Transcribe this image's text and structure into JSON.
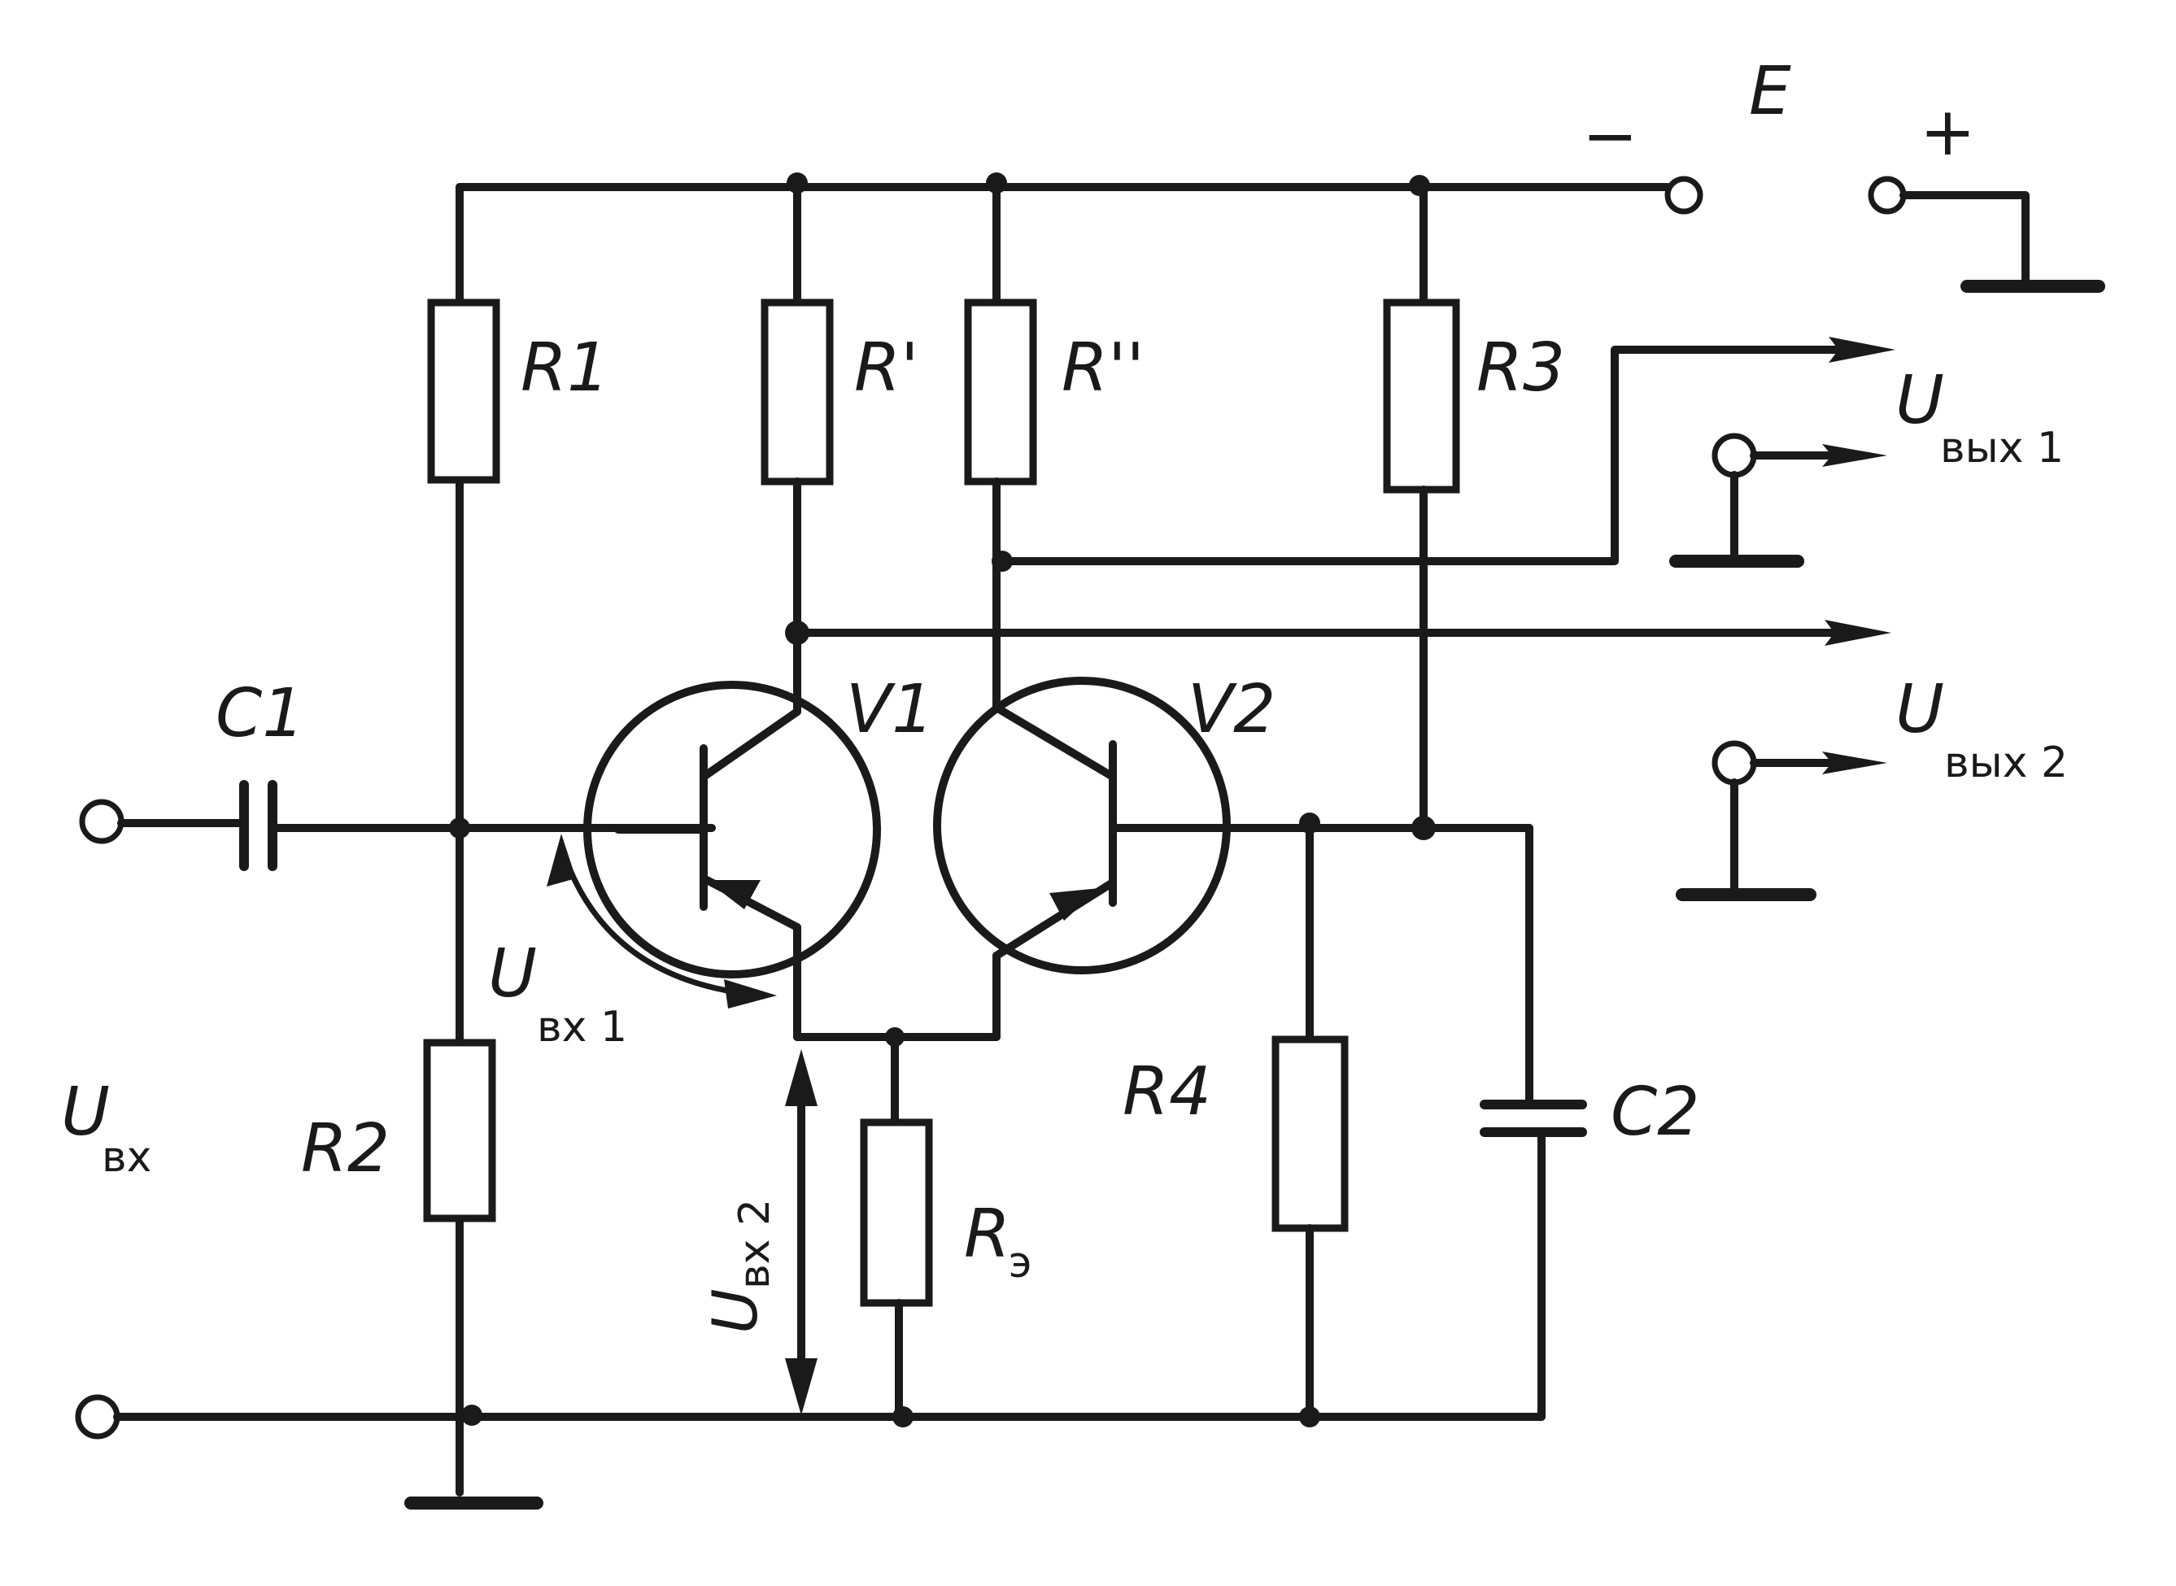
{
  "supply": {
    "label": "E",
    "minus": "−",
    "plus": "+"
  },
  "components": {
    "r1": "R1",
    "r_prime": "R'",
    "r_double_prime": "R''",
    "r3": "R3",
    "c1": "C1",
    "v1": "V1",
    "v2": "V2",
    "r2": "R2",
    "r_e": "R",
    "r_e_sub": "э",
    "r4": "R4",
    "c2": "C2"
  },
  "signals": {
    "u_in": "U",
    "u_in_sub": "вх",
    "u_in1": "U",
    "u_in1_sub": "вх 1",
    "u_in2": "U",
    "u_in2_sub": "вх 2",
    "u_out1": "U",
    "u_out1_sub": "вых 1",
    "u_out2": "U",
    "u_out2_sub": "вых 2"
  }
}
